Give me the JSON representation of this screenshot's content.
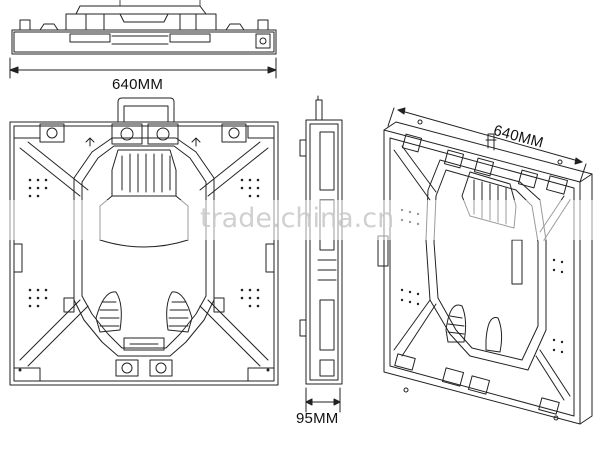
{
  "labels": {
    "top_width": "640MM",
    "side_depth": "95MM",
    "iso_width": "640MM"
  },
  "watermark": {
    "text": "trade.china.cn"
  },
  "colors": {
    "line": "#222222",
    "watermark": "#c8c8c8"
  }
}
